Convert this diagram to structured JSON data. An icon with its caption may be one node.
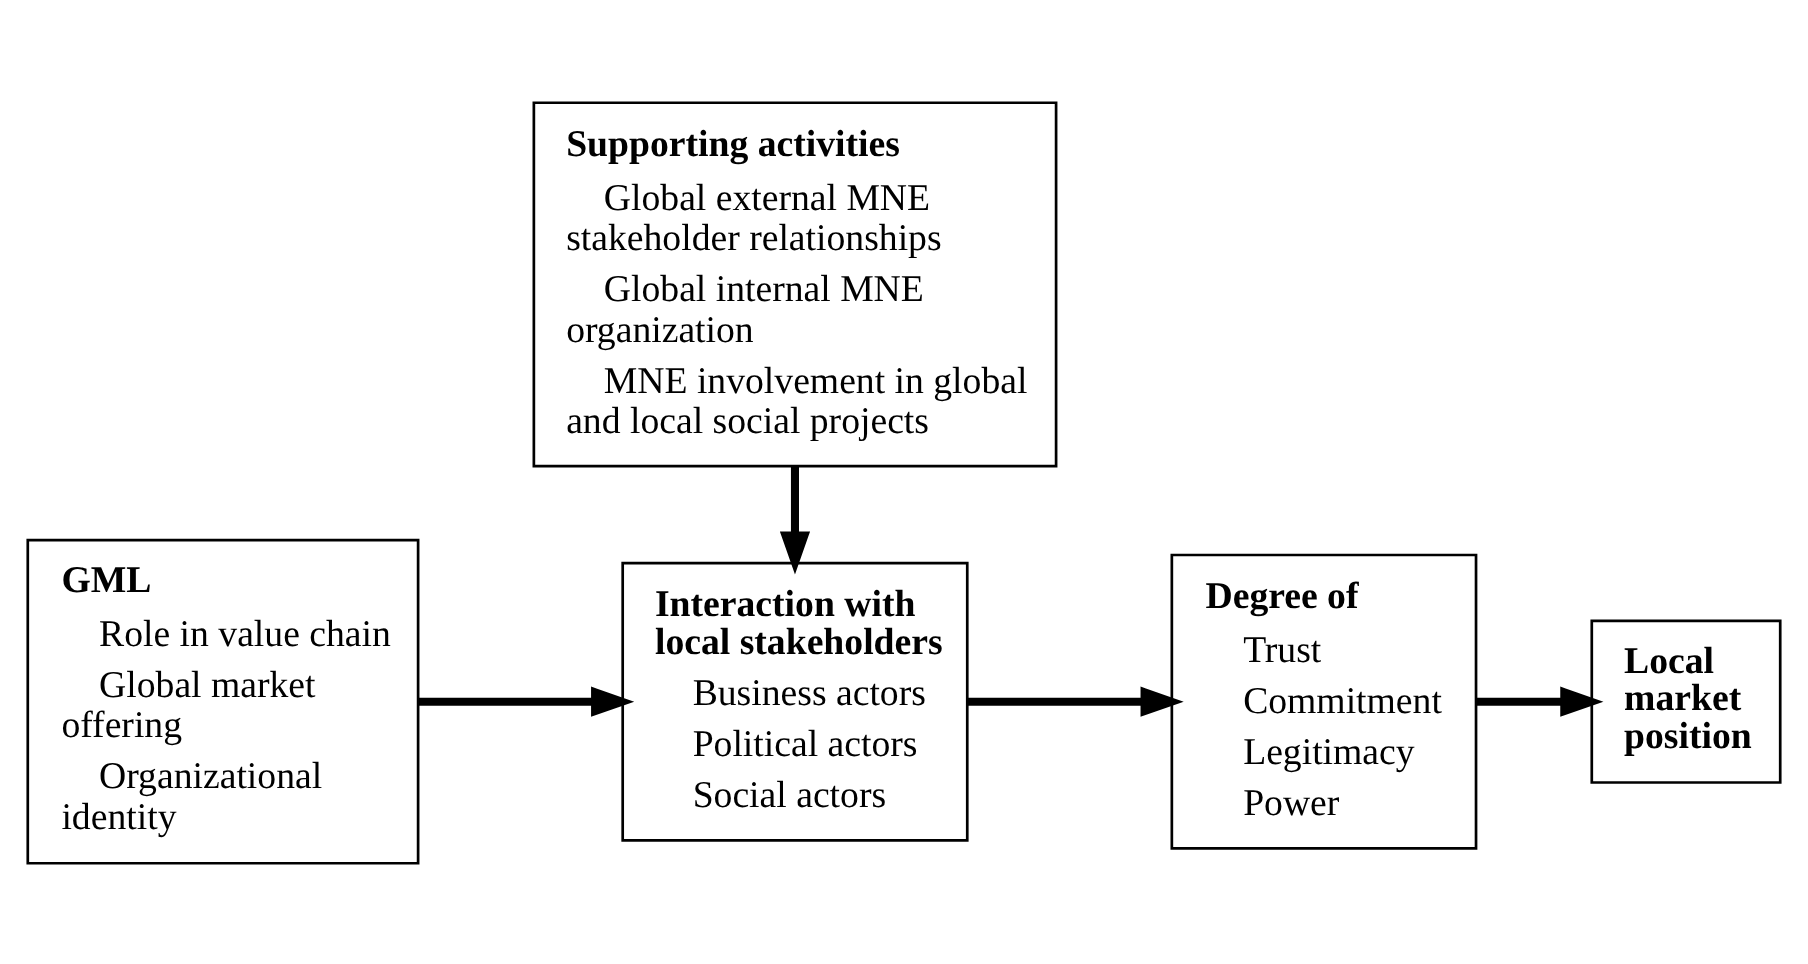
{
  "diagram": {
    "nodes": [
      {
        "text": [
          "Supporting activities",
          "Global external MNE stakeholder relationships",
          "Global internal MNE organization",
          "MNE involvement in global and local social projects"
        ]
      },
      {
        "text": [
          "GML",
          "Role in value chain",
          "Global market offering",
          "Organizational identity"
        ]
      },
      {
        "text": [
          "Interaction with local stakeholders",
          "Business actors",
          "Political actors",
          "Social actors"
        ]
      },
      {
        "text": [
          "Degree of",
          "Trust",
          "Commitment",
          "Legitimacy",
          "Power"
        ]
      },
      {
        "text": [
          "Local market position"
        ]
      }
    ],
    "edges": [
      {
        "from": 0,
        "to": 2,
        "arrow": "to"
      },
      {
        "from": 1,
        "to": 2,
        "arrow": "to"
      },
      {
        "from": 2,
        "to": 3,
        "arrow": "to"
      },
      {
        "from": 3,
        "to": 4,
        "arrow": "to"
      }
    ]
  }
}
